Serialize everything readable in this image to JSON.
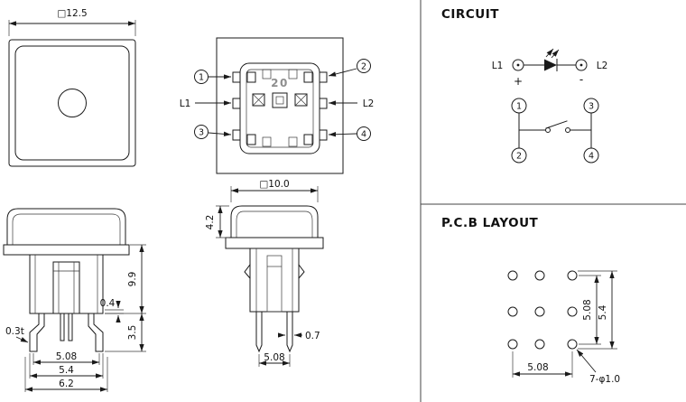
{
  "panels": {
    "circuit_title": "CIRCUIT",
    "pcb_title": "P.C.B LAYOUT"
  },
  "top_view": {
    "dim_side": "□12.5"
  },
  "internal_view": {
    "marking": "20",
    "pin1": "1",
    "pin2": "2",
    "pin3": "3",
    "pin4": "4",
    "led_left": "L1",
    "led_right": "L2"
  },
  "front_view": {
    "dim_total_height": "9.9",
    "dim_standoff": "0.4",
    "dim_terminal_thickness": "0.3t",
    "dim_pin_length": "3.5",
    "dim_pin_pitch": "5.08",
    "dim_snap_width": "5.4",
    "dim_snap_spread": "6.2"
  },
  "side_view": {
    "dim_cap_side": "□10.0",
    "dim_cap_height": "4.2",
    "dim_pin_width": "0.7",
    "dim_pin_pitch": "5.08"
  },
  "circuit": {
    "led_left": "L1",
    "led_right": "L2",
    "plus": "+",
    "minus": "-",
    "pin1": "1",
    "pin2": "2",
    "pin3": "3",
    "pin4": "4"
  },
  "pcb": {
    "dim_col_pitch": "5.08",
    "dim_row_pitch": "5.08",
    "dim_row_outer": "5.4",
    "dim_holes": "7-φ1.0"
  }
}
